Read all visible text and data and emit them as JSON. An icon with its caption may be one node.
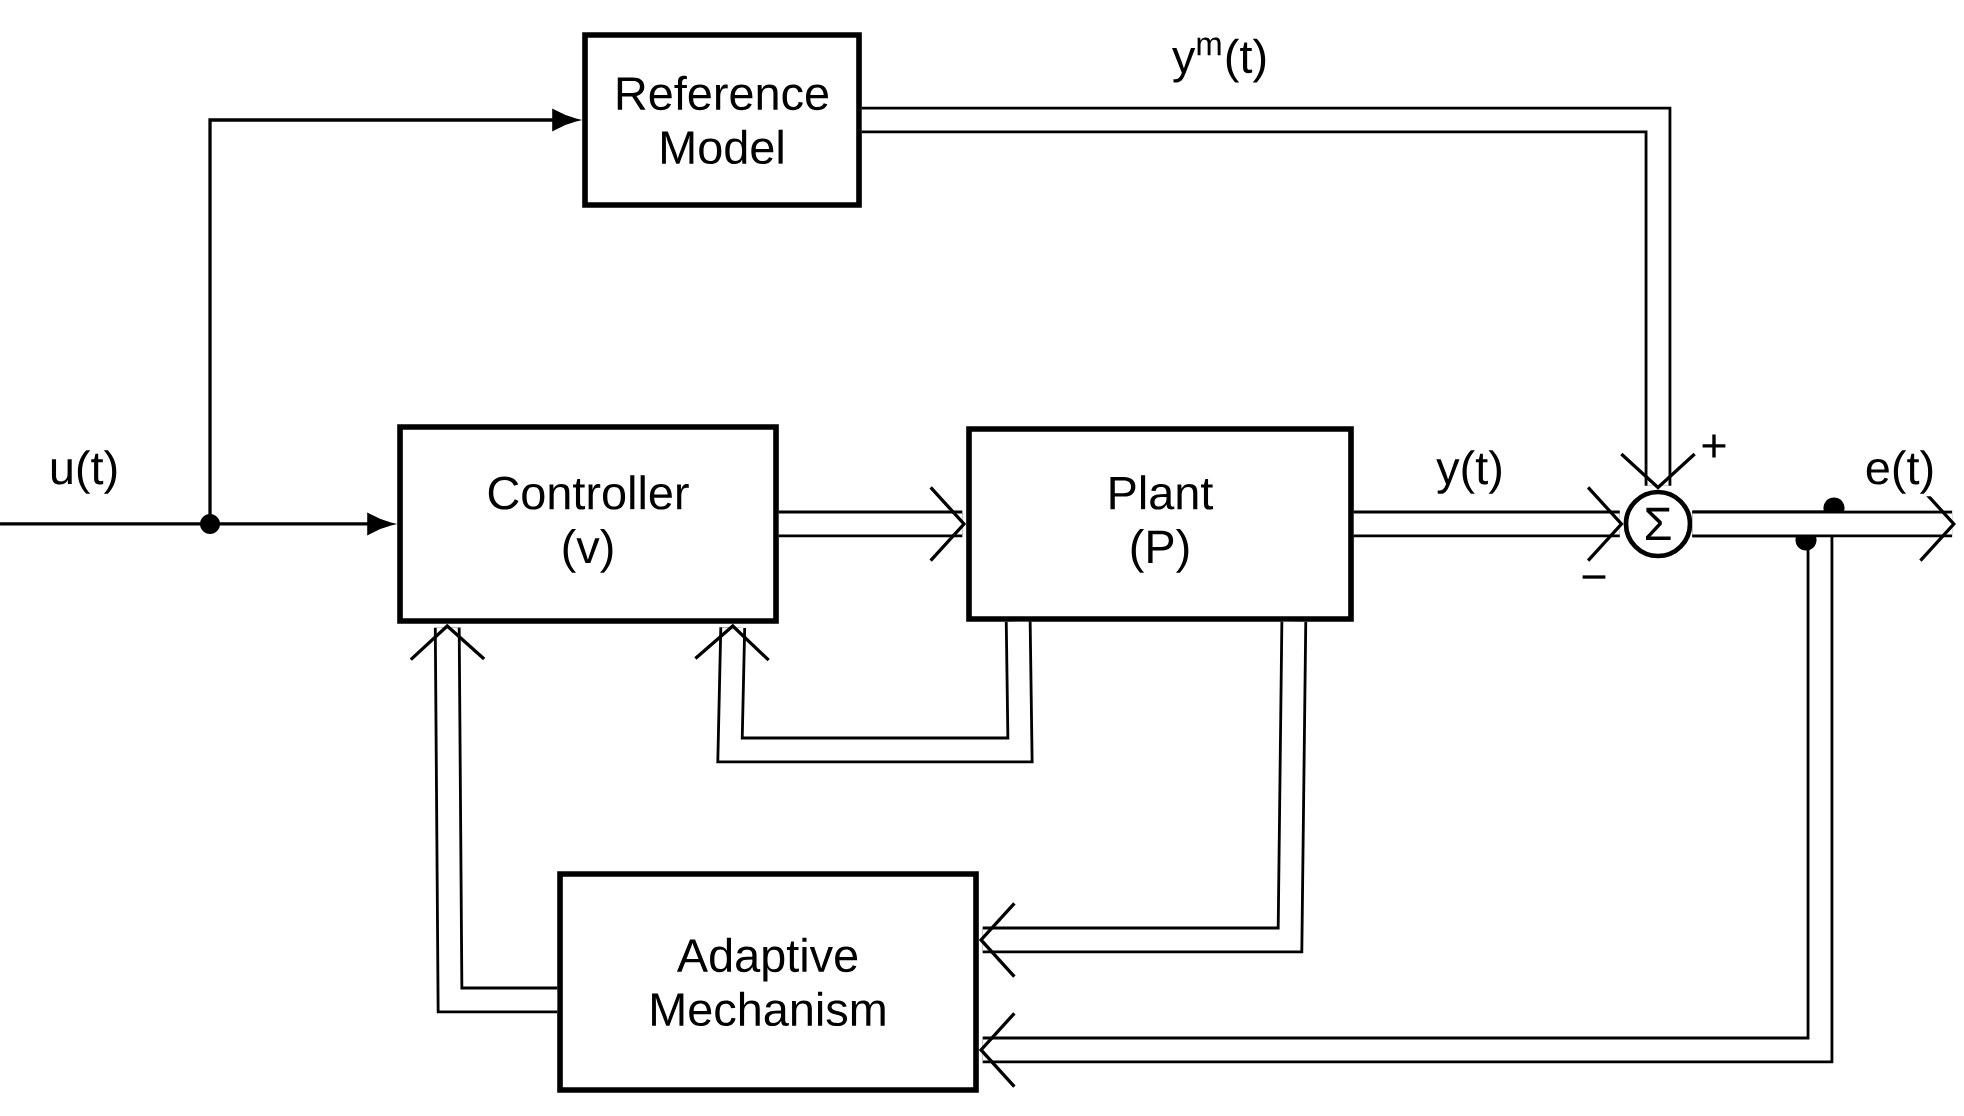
{
  "diagram": {
    "nodes": [
      {
        "text": [
          "Reference Model"
        ]
      },
      {
        "text": [
          "Controller (v)"
        ]
      },
      {
        "text": [
          "Plant (P)"
        ]
      },
      {
        "text": [
          "Σ"
        ],
        "beside": [
          "+",
          "−"
        ]
      },
      {
        "text": [
          "Adaptive Mechanism"
        ]
      },
      {
        "text": [],
        "shape": "circle"
      }
    ],
    "edges": [
      {
        "from": null,
        "to": 5,
        "arrow": "none",
        "label": "u(t)"
      },
      {
        "from": 5,
        "to": 0,
        "arrow": "to"
      },
      {
        "from": 5,
        "to": 1,
        "arrow": "to"
      },
      {
        "from": 1,
        "to": 2,
        "arrow": "to"
      },
      {
        "from": 0,
        "to": 3,
        "arrow": "to",
        "label": "y$^{m}$(t)"
      },
      {
        "from": 2,
        "to": 3,
        "arrow": "to",
        "label": "y(t)"
      },
      {
        "from": 2,
        "to": 1,
        "arrow": "to"
      },
      {
        "from": 2,
        "to": 4,
        "arrow": "to"
      },
      {
        "from": 4,
        "to": 1,
        "arrow": "to"
      },
      {
        "from": 3,
        "to": 4,
        "arrow": "to"
      },
      {
        "from": 3,
        "to": null,
        "arrow": "to",
        "label": "e(t)"
      }
    ]
  }
}
